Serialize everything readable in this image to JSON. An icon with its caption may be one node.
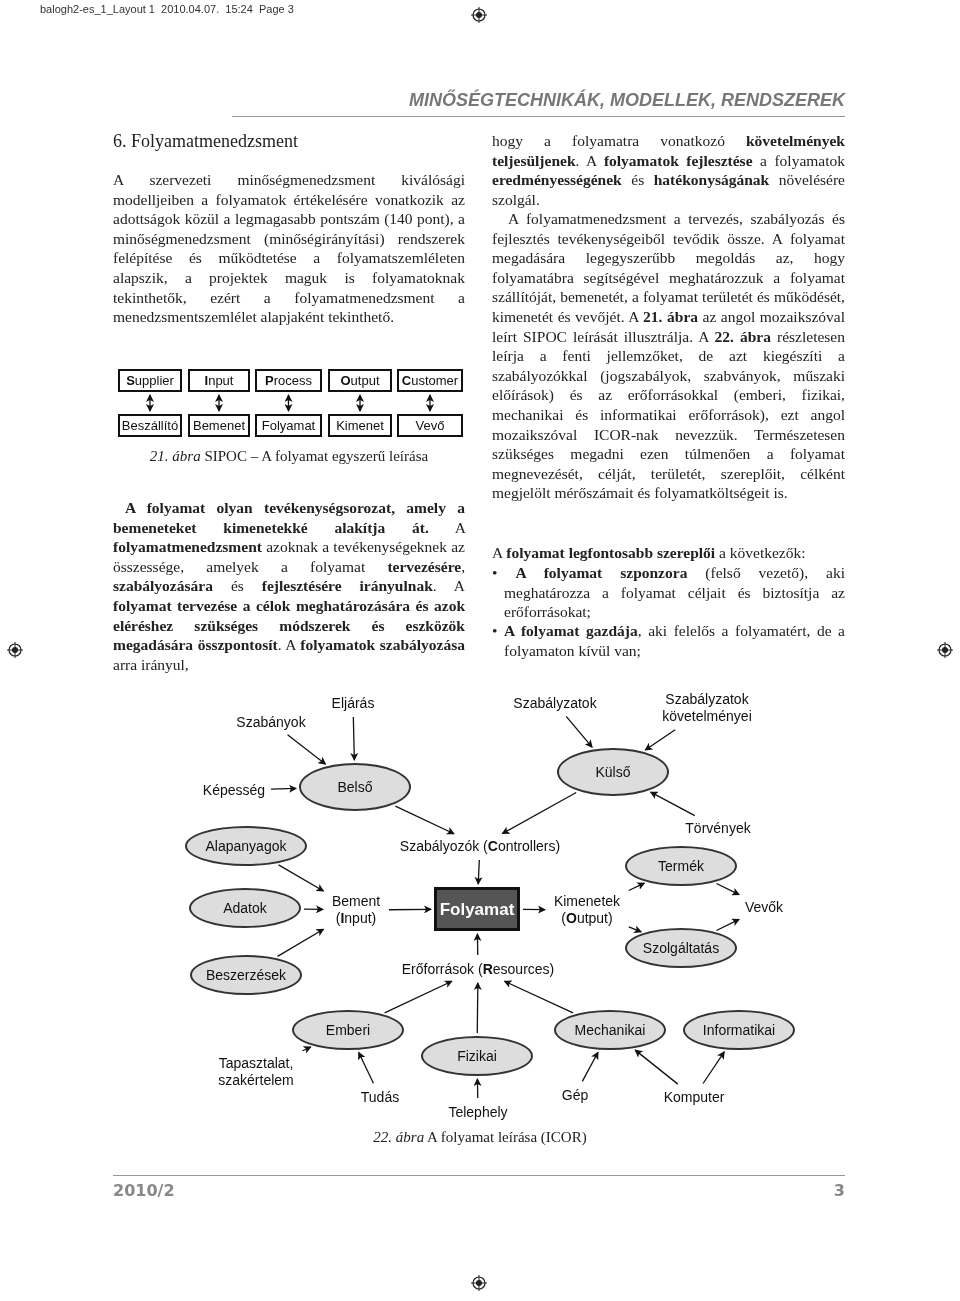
{
  "diagram": {
    "nodes": [
      {
        "text": [
          "**S**upplier"
        ]
      },
      {
        "text": [
          "**I**nput"
        ]
      },
      {
        "text": [
          "**P**rocess"
        ]
      },
      {
        "text": [
          "**O**utput"
        ]
      },
      {
        "text": [
          "**C**ustomer"
        ]
      },
      {
        "text": [
          "Beszállító"
        ]
      },
      {
        "text": [
          "Bemenet"
        ]
      },
      {
        "text": [
          "Folyamat"
        ]
      },
      {
        "text": [
          "Kimenet"
        ]
      },
      {
        "text": [
          "Vevő"
        ]
      },
      {
        "text": [
          "Eljárás"
        ]
      },
      {
        "text": [
          "Szabályzatok"
        ]
      },
      {
        "text": [
          "Szabályzatok követelményei"
        ]
      },
      {
        "text": [
          "Szabányok"
        ]
      },
      {
        "text": [
          "Külső"
        ]
      },
      {
        "text": [
          "Képesség"
        ]
      },
      {
        "text": [
          "Belső"
        ]
      },
      {
        "text": [
          "Törvények"
        ]
      },
      {
        "text": [
          "Alapanyagok"
        ]
      },
      {
        "text": [
          "Szabályozók (**C**ontrollers)"
        ]
      },
      {
        "text": [
          "Termék"
        ]
      },
      {
        "text": [
          "Adatok"
        ]
      },
      {
        "text": [
          "Bement (**I**nput)"
        ]
      },
      {
        "text": [
          "Folyamat"
        ]
      },
      {
        "text": [
          "Kimenetek (**O**utput)"
        ]
      },
      {
        "text": [
          "Vevők"
        ]
      },
      {
        "text": [
          "Szolgáltatás"
        ]
      },
      {
        "text": [
          "Beszerzések"
        ]
      },
      {
        "text": [
          "Erőforrások (**R**esources)"
        ]
      },
      {
        "text": [
          "Emberi"
        ]
      },
      {
        "text": [
          "Mechanikai"
        ]
      },
      {
        "text": [
          "Informatikai"
        ]
      },
      {
        "text": [
          "Fizikai"
        ]
      },
      {
        "text": [
          "Tapasztalat, szakértelem"
        ]
      },
      {
        "text": [
          "Gép"
        ]
      },
      {
        "text": [
          "Tudás"
        ]
      },
      {
        "text": [
          "Komputer"
        ]
      },
      {
        "text": [
          "Telephely"
        ]
      }
    ],
    "edges": [
      {
        "from": 0,
        "to": 5,
        "arrow": "both"
      },
      {
        "from": 1,
        "to": 6,
        "arrow": "both"
      },
      {
        "from": 2,
        "to": 7,
        "arrow": "both"
      },
      {
        "from": 3,
        "to": 8,
        "arrow": "both"
      },
      {
        "from": 4,
        "to": 9,
        "arrow": "both"
      },
      {
        "from": 13,
        "to": 16,
        "arrow": "to"
      },
      {
        "from": 10,
        "to": 16,
        "arrow": "to"
      },
      {
        "from": 15,
        "to": 16,
        "arrow": "to"
      },
      {
        "from": 16,
        "to": 19,
        "arrow": "to"
      },
      {
        "from": 11,
        "to": 14,
        "arrow": "to"
      },
      {
        "from": 12,
        "to": 14,
        "arrow": "to"
      },
      {
        "from": 17,
        "to": 14,
        "arrow": "to"
      },
      {
        "from": 14,
        "to": 19,
        "arrow": "to"
      },
      {
        "from": 19,
        "to": 23,
        "arrow": "to"
      },
      {
        "from": 18,
        "to": 22,
        "arrow": "to"
      },
      {
        "from": 21,
        "to": 22,
        "arrow": "to"
      },
      {
        "from": 27,
        "to": 22,
        "arrow": "to"
      },
      {
        "from": 22,
        "to": 23,
        "arrow": "to"
      },
      {
        "from": 23,
        "to": 24,
        "arrow": "to"
      },
      {
        "from": 24,
        "to": 20,
        "arrow": "to"
      },
      {
        "from": 24,
        "to": 26,
        "arrow": "to"
      },
      {
        "from": 20,
        "to": 25,
        "arrow": "to"
      },
      {
        "from": 26,
        "to": 25,
        "arrow": "to"
      },
      {
        "from": 28,
        "to": 23,
        "arrow": "to"
      },
      {
        "from": 29,
        "to": 28,
        "arrow": "to"
      },
      {
        "from": 32,
        "to": 28,
        "arrow": "to"
      },
      {
        "from": 30,
        "to": 28,
        "arrow": "to"
      },
      {
        "from": 33,
        "to": 29,
        "arrow": "to"
      },
      {
        "from": 35,
        "to": 29,
        "arrow": "to"
      },
      {
        "from": 37,
        "to": 32,
        "arrow": "to"
      },
      {
        "from": 34,
        "to": 30,
        "arrow": "to"
      },
      {
        "from": 36,
        "to": 30,
        "arrow": "to"
      },
      {
        "from": 36,
        "to": 31,
        "arrow": "to"
      }
    ],
    "labels": [
      "balogh2-es_1_Layout 1  2010.04.07.  15:24  Page 3",
      "MINŐSÉGTECHNIKÁK, MODELLEK, RENDSZEREK",
      "6. Folyamatmenedzsment",
      "A szervezeti minőségmenedzsment kiválósági modelljeiben a folyamatok értékelésére vonatkozik az adottságok közül a legmagasabb pontszám (140 pont), a minőségmenedzsment (minőségirányítási) rendszerek felépítése és működtetése a folyamatszemléleten alapszik, a projektek maguk is folyamatoknak tekinthetők, ezért a folyamatmenedzsment a menedzsmentszemlélet alapjaként tekinthető.",
      "*21. ábra* SIPOC – A folyamat egyszerű leírása",
      "**A folyamat olyan tevékenységsorozat, amely a bemeneteket kimenetekké alakítja át.** A **folyamatmenedzsment** azoknak a tevékenységeknek az összessége, amelyek a folyamat **tervezésére**, **szabályozására** és **fejlesztésére irányulnak**. A **folyamat tervezése a célok meghatározására és azok eléréshez szükséges módszerek és eszközök megadására összpontosít**. A **folyamatok szabályozása** arra irányul,",
      "hogy a folyamatra vonatkozó **követelmények teljesüljenek**. A **folyamatok fejlesztése** a folyamatok **eredményességének** és **hatékonyságának** növelésére szolgál.",
      "A folyamatmenedzsment a tervezés, szabályozás és fejlesztés tevékenységeiből tevődik össze. A folyamat megadására legegyszerűbb megoldás az, hogy folyamatábra segítségével meghatározzuk a folyamat szállítóját, bemenetét, a folyamat területét és működését, kimenetét és vevőjét. A **21. ábra** az angol mozaikszóval leírt SIPOC leírását illusztrálja. A **22. ábra** részletesen leírja a fenti jellemzőket, de azt kiegészíti a szabályozókkal (jogszabályok, szabványok, műszaki előírások) és az erőforrásokkal (emberi, fizikai, mechanikai és informatikai erőforrások), ezt angol mozaikszóval ICOR-nak nevezzük. Természetesen szükséges megadni ezen túlmenően a folyamat megnevezését, célját, területét, szereplőit, célként megjelölt mérőszámait és folyamatköltségeit is.",
      "A **folyamat legfontosabb szereplői** a következők:",
      "• **A folyamat szponzora** (felső vezető), aki meghatározza a folyamat céljait és biztosítja az erőforrásokat;",
      "• **A folyamat gazdája**, aki felelős a folyamatért, de a folyamaton kívül van;",
      "*22. ábra* A folyamat leírása (ICOR)",
      "2010/2",
      "3"
    ]
  }
}
